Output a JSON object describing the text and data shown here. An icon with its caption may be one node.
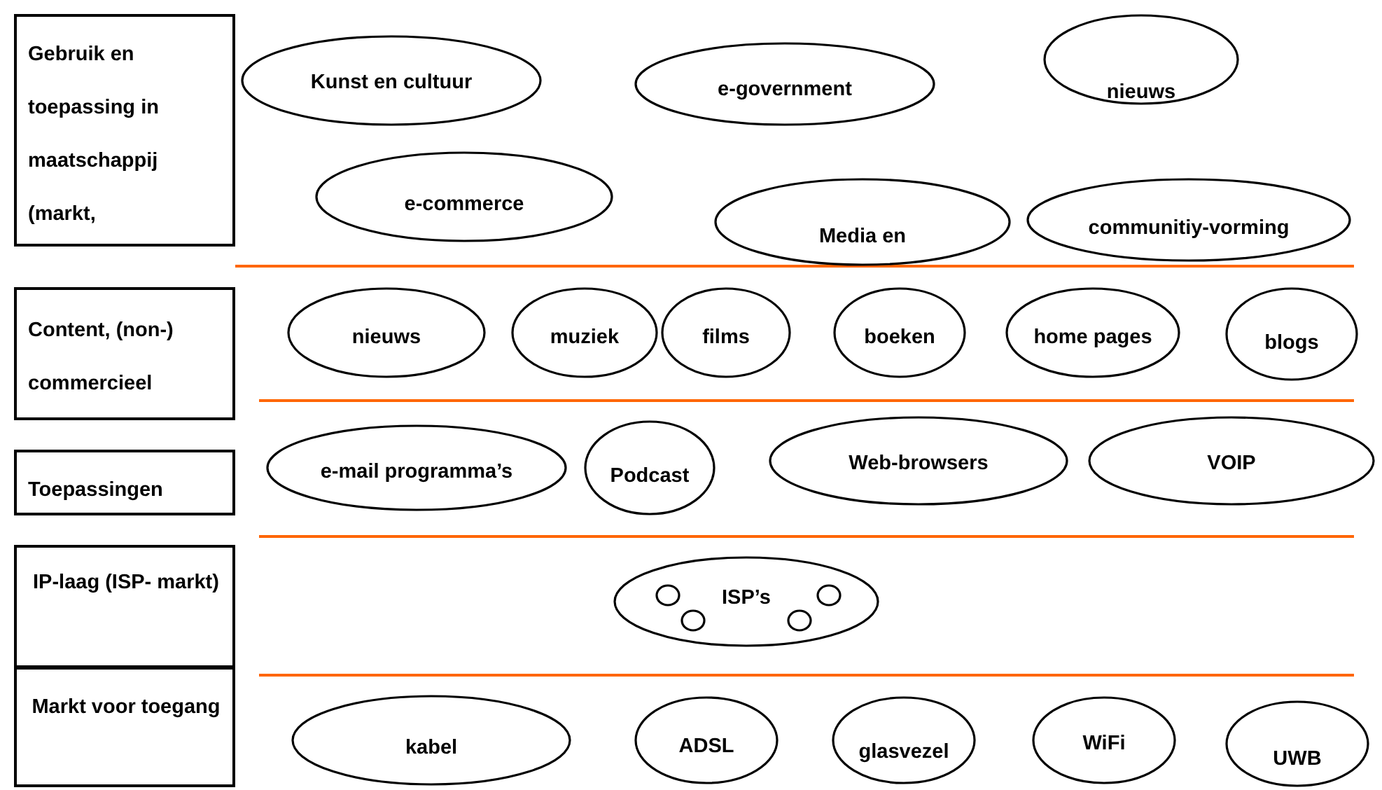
{
  "diagram": {
    "nodes": [
      {
        "text": [
          "Gebruik en toepassing in maatschappij (markt,"
        ]
      },
      {
        "text": [
          "Kunst en cultuur"
        ]
      },
      {
        "text": [
          "e-government"
        ]
      },
      {
        "text": [
          "nieuws"
        ]
      },
      {
        "text": [
          "e-commerce"
        ]
      },
      {
        "text": [
          "Media en"
        ]
      },
      {
        "text": [
          "communitiy-vorming"
        ]
      },
      {
        "text": [
          "Content, (non-) commercieel"
        ]
      },
      {
        "text": [
          "nieuws"
        ]
      },
      {
        "text": [
          "muziek"
        ]
      },
      {
        "text": [
          "films"
        ]
      },
      {
        "text": [
          "boeken"
        ]
      },
      {
        "text": [
          "home pages"
        ]
      },
      {
        "text": [
          "blogs"
        ]
      },
      {
        "text": [
          "Toepassingen"
        ]
      },
      {
        "text": [
          "e-mail programma’s"
        ]
      },
      {
        "text": [
          "Podcast"
        ]
      },
      {
        "text": [
          "Web-browsers"
        ]
      },
      {
        "text": [
          "VOIP"
        ]
      },
      {
        "text": [
          "IP-laag (ISP- markt)"
        ]
      },
      {
        "text": [
          "ISP’s"
        ]
      },
      {
        "text": [],
        "shape": "circle",
        "in": 20
      },
      {
        "text": [],
        "shape": "circle",
        "in": 20
      },
      {
        "text": [],
        "shape": "circle",
        "in": 20
      },
      {
        "text": [],
        "shape": "circle",
        "in": 20
      },
      {
        "text": [
          "Markt voor toegang"
        ]
      },
      {
        "text": [
          "kabel"
        ]
      },
      {
        "text": [
          "ADSL"
        ]
      },
      {
        "text": [
          "glasvezel"
        ]
      },
      {
        "text": [
          "WiFi"
        ]
      },
      {
        "text": [
          "UWB"
        ]
      }
    ]
  }
}
